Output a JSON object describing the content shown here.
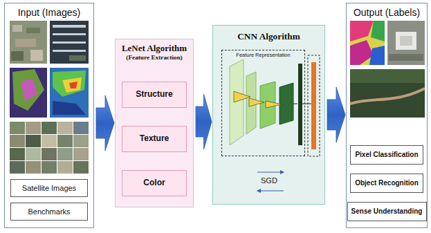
{
  "diagram": {
    "nodes": [
      {
        "text": [
          "Input (Images)"
        ]
      },
      {
        "text": [
          "Satellite Images"
        ],
        "in": 0
      },
      {
        "text": [
          "Benchmarks"
        ],
        "in": 0
      },
      {
        "text": [
          "LeNet Algorithm",
          "(Feature Extraction)"
        ]
      },
      {
        "text": [
          "Structure"
        ],
        "in": 3
      },
      {
        "text": [
          "Texture"
        ],
        "in": 3
      },
      {
        "text": [
          "Color"
        ],
        "in": 3
      },
      {
        "text": [
          "CNN Algorithm"
        ]
      },
      {
        "text": [
          "Feature Representation"
        ],
        "in": 7
      },
      {
        "text": [
          "Output (Labels)"
        ]
      },
      {
        "text": [
          "Pixel Classification"
        ],
        "in": 9
      },
      {
        "text": [
          "Object Recognition"
        ],
        "in": 9
      },
      {
        "text": [
          "Sense Understanding"
        ],
        "in": 9
      }
    ],
    "edges": [
      {
        "from": 0,
        "to": 3,
        "arrow": "to"
      },
      {
        "from": 3,
        "to": 7,
        "arrow": "to"
      },
      {
        "from": 7,
        "to": 9,
        "arrow": "to"
      }
    ],
    "labels": [
      "SGD"
    ]
  }
}
